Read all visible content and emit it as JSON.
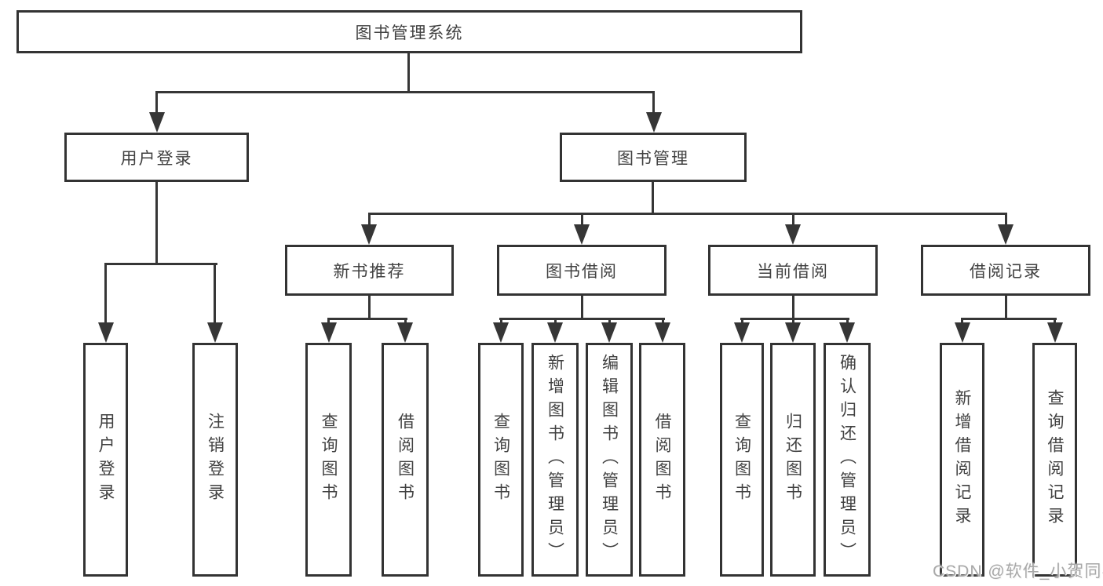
{
  "tree": {
    "label": "图书管理系统",
    "children": [
      {
        "label": "用户登录",
        "children": [
          {
            "label": "用户登录"
          },
          {
            "label": "注销登录"
          }
        ]
      },
      {
        "label": "图书管理",
        "children": [
          {
            "label": "新书推荐",
            "children": [
              {
                "label": "查询图书"
              },
              {
                "label": "借阅图书"
              }
            ]
          },
          {
            "label": "图书借阅",
            "children": [
              {
                "label": "查询图书"
              },
              {
                "label": "新增图书（管理员）"
              },
              {
                "label": "编辑图书（管理员）"
              },
              {
                "label": "借阅图书"
              }
            ]
          },
          {
            "label": "当前借阅",
            "children": [
              {
                "label": "查询图书"
              },
              {
                "label": "归还图书"
              },
              {
                "label": "确认归还（管理员）"
              }
            ]
          },
          {
            "label": "借阅记录",
            "children": [
              {
                "label": "新增借阅记录"
              },
              {
                "label": "查询借阅记录"
              }
            ]
          }
        ]
      }
    ]
  },
  "watermark": {
    "text": "CSDN @软件_小贺同学"
  },
  "colors": {
    "line": "#363636",
    "border": "#333333",
    "text": "#414141",
    "watermark": "#a8a8a8",
    "background": "#ffffff"
  }
}
